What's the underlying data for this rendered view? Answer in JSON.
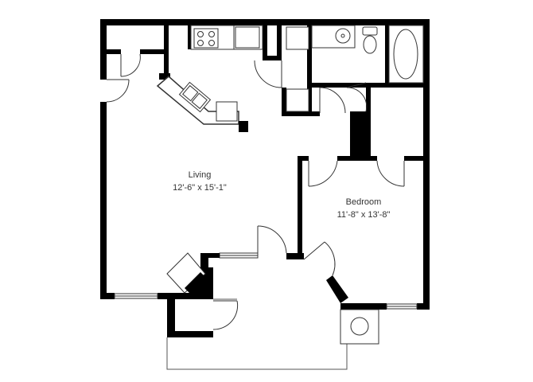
{
  "rooms": {
    "living": {
      "name": "Living",
      "dimensions": "12'-6\" x 15'-1\""
    },
    "bedroom": {
      "name": "Bedroom",
      "dimensions": "11'-8\" x 13'-8\""
    }
  },
  "colors": {
    "wall": "#000000",
    "thin_line": "#333333",
    "background": "#ffffff"
  }
}
